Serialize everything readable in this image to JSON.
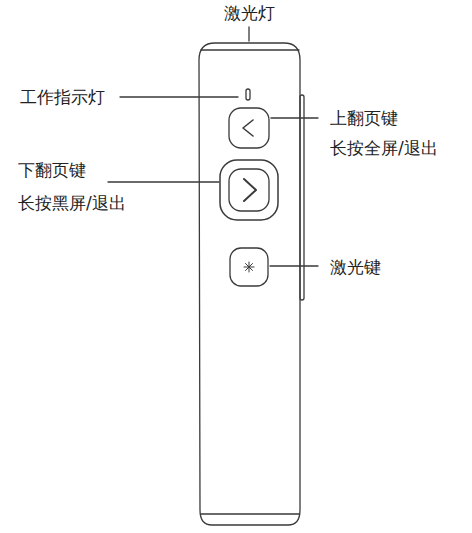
{
  "diagram": {
    "labels": [
      "激光灯",
      "工作指示灯",
      "上翻页键",
      "长按全屏/退出",
      "下翻页键",
      "长按黑屏/退出",
      "激光键"
    ]
  }
}
